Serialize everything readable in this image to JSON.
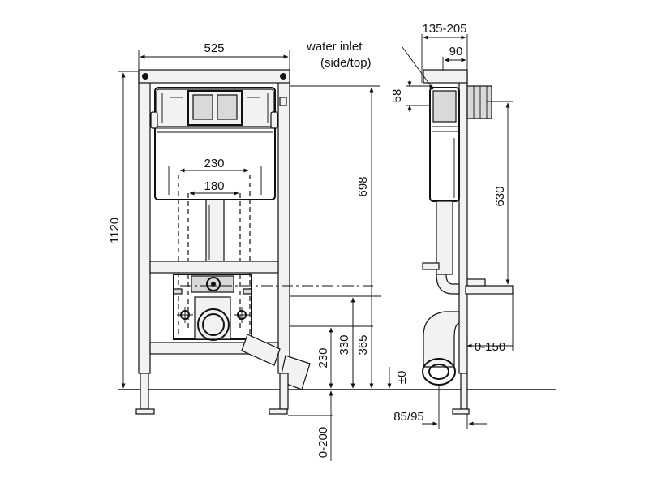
{
  "labels": {
    "water_inlet": "water inlet",
    "water_inlet_sub": "(side/top)"
  },
  "dimensions": {
    "frame_width": "525",
    "frame_height": "1120",
    "fixing_230": "230",
    "fixing_180": "180",
    "cistern_height": "698",
    "height_365": "365",
    "height_330": "330",
    "height_230": "230",
    "floor_adjust": "0-200",
    "depth_range": "135-205",
    "depth_90": "90",
    "inlet_58": "58",
    "height_630": "630",
    "zero_level": "±0",
    "wall_offset": "0-150",
    "foot_depth": "85/95"
  }
}
